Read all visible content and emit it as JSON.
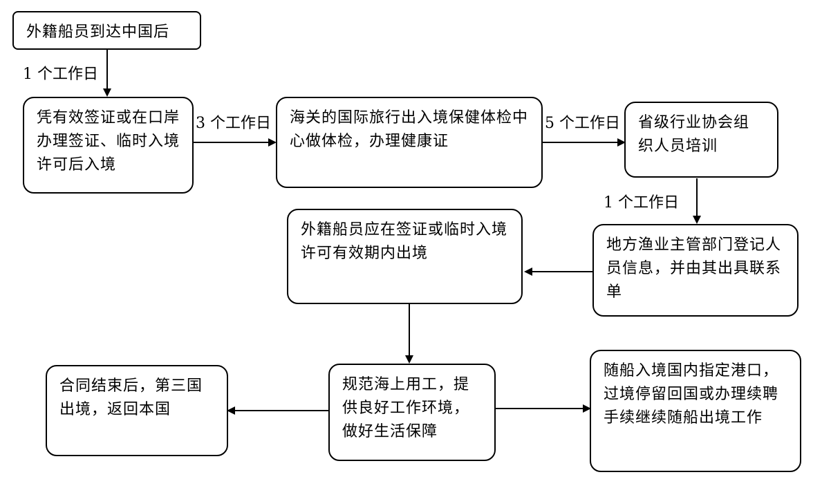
{
  "nodes": {
    "arrive": "外籍船员到达中国后",
    "visa": "凭有效签证或在口岸办理签证、临时入境许可后入境",
    "health": "海关的国际旅行出入境保健体检中心做体检，办理健康证",
    "training": "省级行业协会组织人员培训",
    "register": "地方渔业主管部门登记人员信息，并由其出具联系单",
    "exit_validity": "外籍船员应在签证或临时入境许可有效期内出境",
    "standards": "规范海上用工，提供良好工作环境，做好生活保障",
    "return_home": "合同结束后，第三国出境，返回本国",
    "port_transit": "随船入境国内指定港口，过境停留回国或办理续聘手续继续随船出境工作"
  },
  "edges": {
    "arrive_to_visa": "1 个工作日",
    "visa_to_health": "3 个工作日",
    "health_to_training": "5 个工作日",
    "training_to_register": "1 个工作日"
  }
}
